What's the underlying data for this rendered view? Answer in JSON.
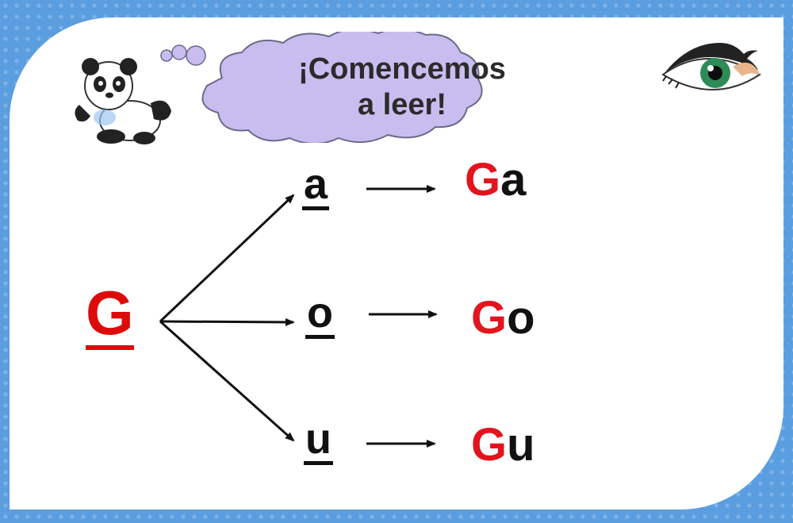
{
  "bubble": {
    "line1": "¡Comencemos",
    "line2": "a leer!"
  },
  "root_letter": "G",
  "rows": [
    {
      "vowel": "a",
      "syllable_prefix": "G",
      "syllable_suffix": "a"
    },
    {
      "vowel": "o",
      "syllable_prefix": "G",
      "syllable_suffix": "o"
    },
    {
      "vowel": "u",
      "syllable_prefix": "G",
      "syllable_suffix": "u"
    }
  ],
  "colors": {
    "frame": "#5b9ee0",
    "accent_red": "#dd0a0a",
    "bubble_fill": "#c9bdf0",
    "text_dark": "#111111"
  },
  "icons": [
    "panda-icon",
    "thought-bubble",
    "eye-icon"
  ]
}
